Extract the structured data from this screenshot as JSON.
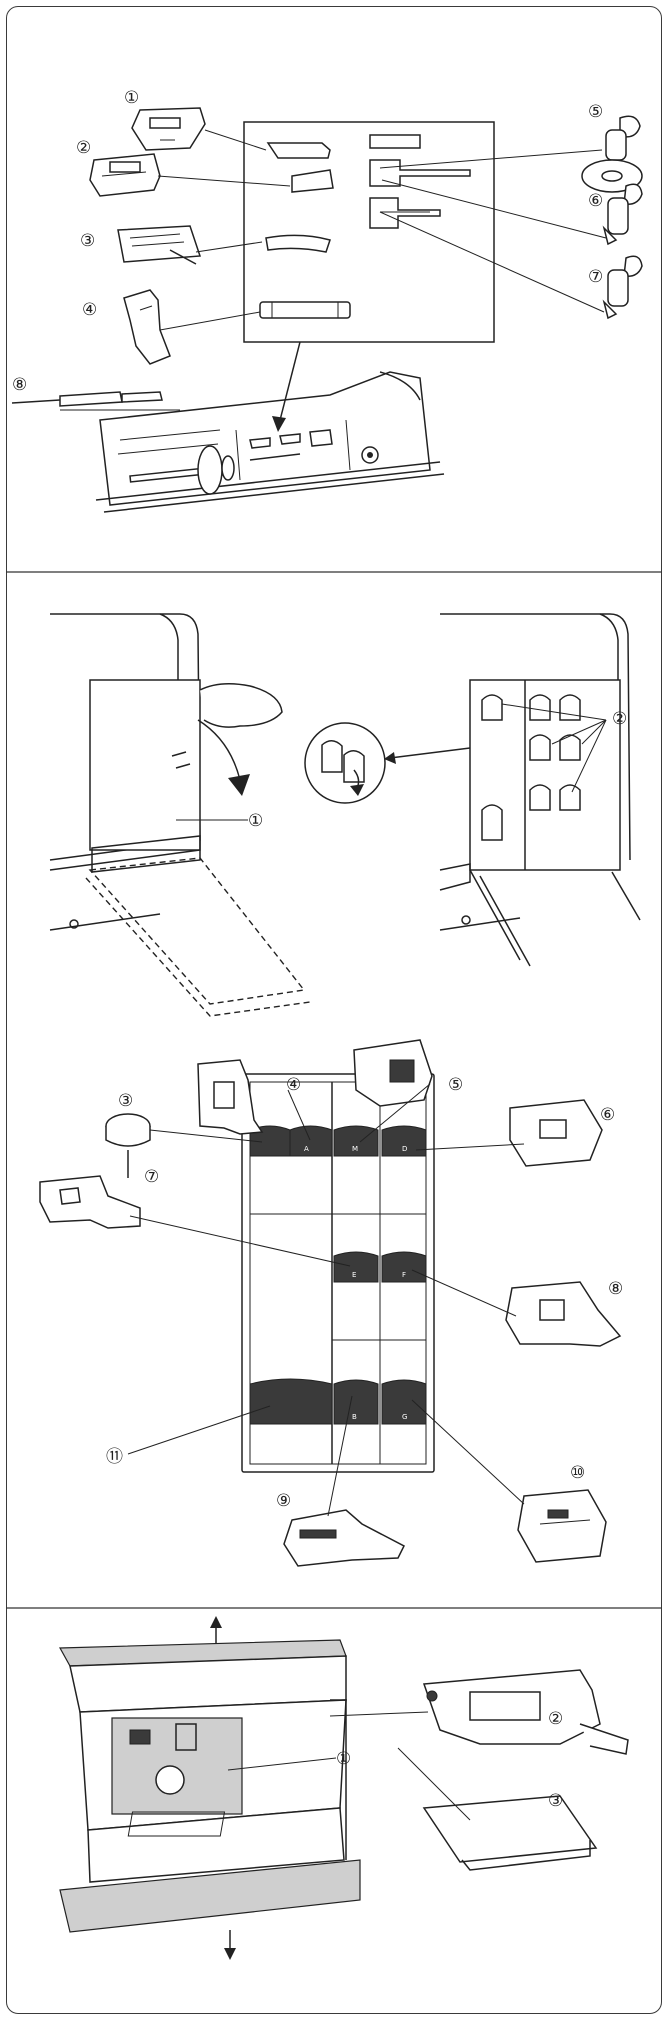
{
  "section1": {
    "callouts": [
      "①",
      "②",
      "③",
      "④",
      "⑤",
      "⑥",
      "⑦",
      "⑧"
    ]
  },
  "section2": {
    "callouts": [
      "①",
      "②"
    ]
  },
  "section3": {
    "callouts": [
      "③",
      "④",
      "⑤",
      "⑥",
      "⑦",
      "⑧",
      "⑨",
      "⑩",
      "⑪"
    ],
    "tray_codes": [
      "A",
      "M",
      "D",
      "E",
      "F",
      "B",
      "G"
    ]
  },
  "section4": {
    "callouts": [
      "①",
      "②",
      "③"
    ]
  },
  "colors": {
    "line": "#222222",
    "panel": "#cfcfcf",
    "dark": "#3a3a3a"
  }
}
